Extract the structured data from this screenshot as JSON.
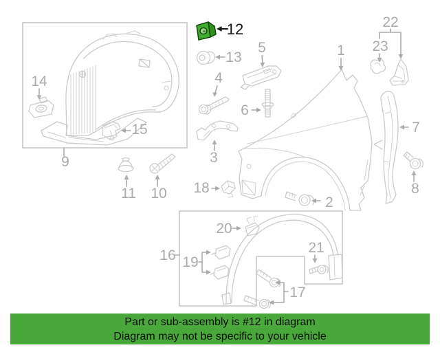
{
  "diagram": {
    "callouts": {
      "c1": "1",
      "c2": "2",
      "c3": "3",
      "c4": "4",
      "c5": "5",
      "c6": "6",
      "c7": "7",
      "c8": "8",
      "c9": "9",
      "c10": "10",
      "c11": "11",
      "c12": "12",
      "c13": "13",
      "c14": "14",
      "c15": "15",
      "c16": "16",
      "c17": "17",
      "c18": "18",
      "c19": "19",
      "c20": "20",
      "c21": "21",
      "c22": "22",
      "c23": "23"
    },
    "highlighted_callout": "12",
    "highlight_fill": "#3fae2e",
    "highlight_fill_dark": "#31911f",
    "highlight_hole_fill": "#9bd88b",
    "line_color": "#cbcbcb",
    "callout_color": "#ababab"
  },
  "banner": {
    "line1": "Part or sub-assembly is #12 in diagram",
    "line2": "Diagram may not be specific to your vehicle",
    "bg_color": "#48a93a",
    "text_color": "#0b0b0b"
  }
}
